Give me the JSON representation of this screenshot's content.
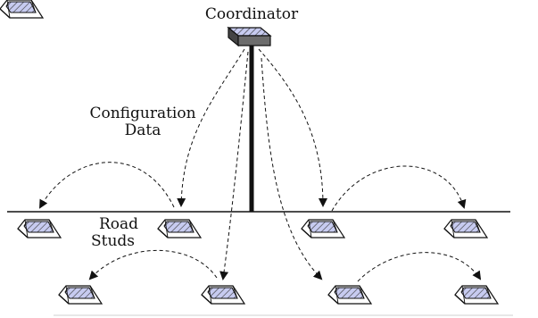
{
  "labels": {
    "coordinator": "Coordinator",
    "config_line1": "Configuration",
    "config_line2": "Data",
    "road_line1": "Road",
    "road_line2": "Studs"
  },
  "colors": {
    "ink": "#111111",
    "stud_top": "#b9bfe6",
    "stud_side": "#ffffff",
    "coord_body": "#6c6c6c",
    "coord_top": "#c7cbf0"
  },
  "icons": {
    "coordinator": "coordinator-device-icon",
    "stud": "road-stud-icon"
  }
}
